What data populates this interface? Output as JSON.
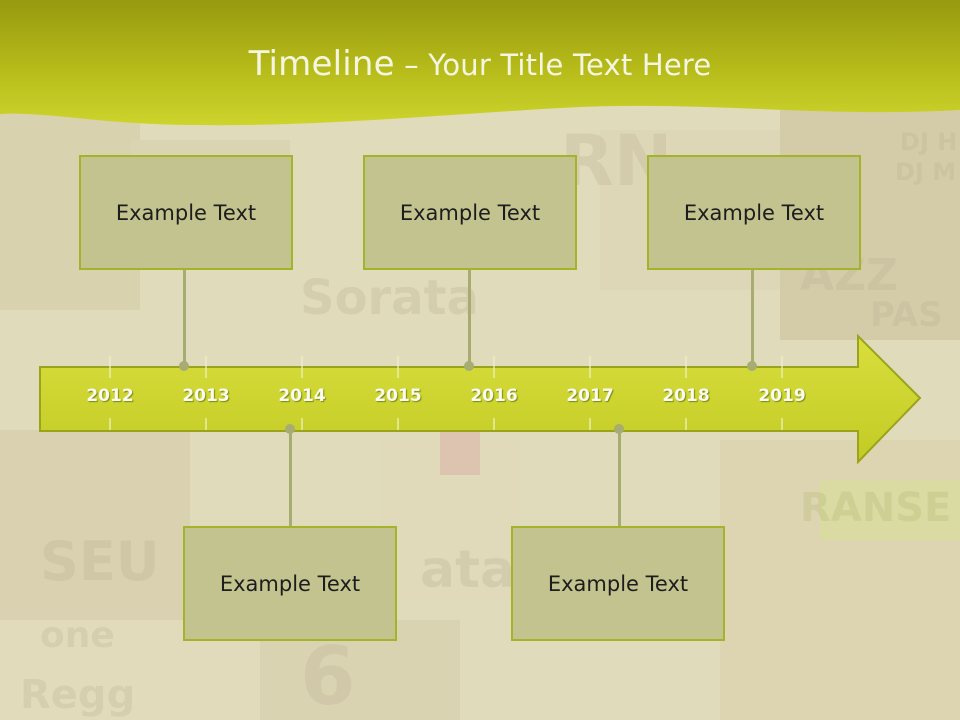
{
  "slide": {
    "title_main": "Timeline",
    "title_sep": " – ",
    "title_rest": "Your Title Text Here"
  },
  "timeline": {
    "years": [
      "2012",
      "2013",
      "2014",
      "2015",
      "2016",
      "2017",
      "2018",
      "2019"
    ],
    "events_top": [
      {
        "label": "Example Text"
      },
      {
        "label": "Example Text"
      },
      {
        "label": "Example Text"
      }
    ],
    "events_bottom": [
      {
        "label": "Example Text"
      },
      {
        "label": "Example Text"
      }
    ]
  },
  "colors": {
    "header": "#b8bc1a",
    "arrow": "#ccd431",
    "box": "#c3c38f",
    "box_border": "#a4b42a",
    "connector": "#a6ac72"
  }
}
